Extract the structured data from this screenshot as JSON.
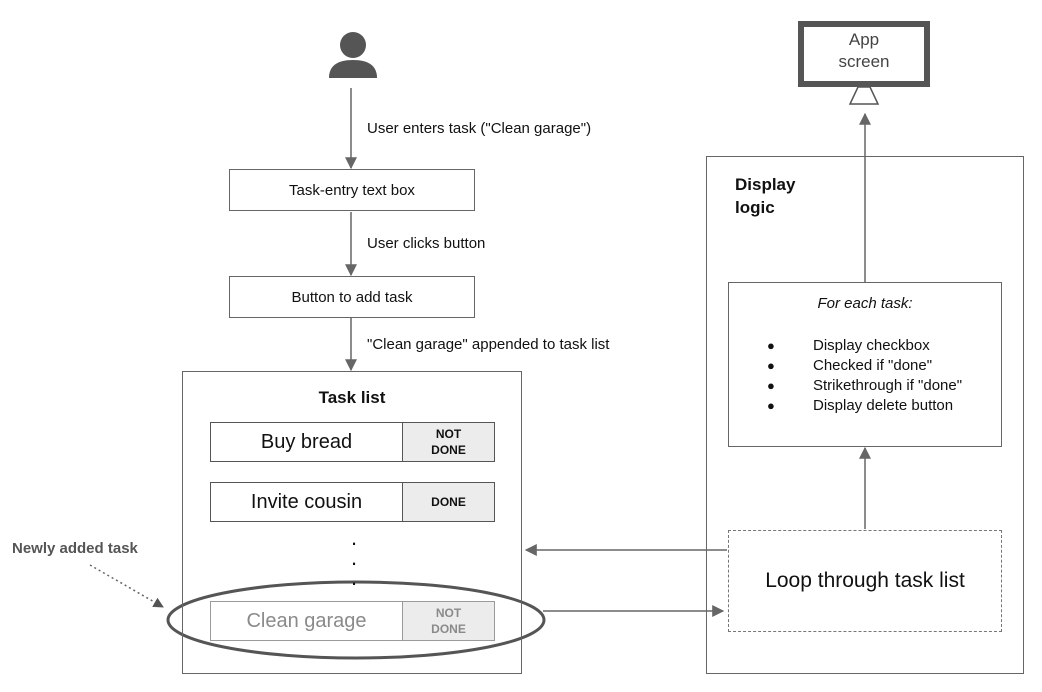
{
  "user_icon": "person-icon",
  "app_screen": {
    "line1": "App",
    "line2": "screen",
    "icon": "monitor-icon"
  },
  "flow": {
    "step1_label": "User enters task (\"Clean garage\")",
    "text_box": "Task-entry text box",
    "step2_label": "User clicks button",
    "add_button": "Button to add task",
    "step3_label": "\"Clean garage\" appended to task list"
  },
  "task_list": {
    "title": "Task list",
    "tasks": [
      {
        "name": "Buy bread",
        "status_line1": "NOT",
        "status_line2": "DONE"
      },
      {
        "name": "Invite cousin",
        "status_line1": "DONE",
        "status_line2": ""
      },
      {
        "name": "Clean garage",
        "status_line1": "NOT",
        "status_line2": "DONE"
      }
    ],
    "ellipsis": "·"
  },
  "annotation": {
    "newly_added": "Newly added task"
  },
  "display_logic": {
    "title_line1": "Display",
    "title_line2": "logic",
    "for_each": "For each task:",
    "bullets": [
      "Display checkbox",
      "Checked if \"done\"",
      "Strikethrough if \"done\"",
      "Display delete button"
    ],
    "loop_box": "Loop through task list"
  },
  "colors": {
    "line": "#666666",
    "status_fill": "#ececec",
    "icon": "#555555"
  }
}
